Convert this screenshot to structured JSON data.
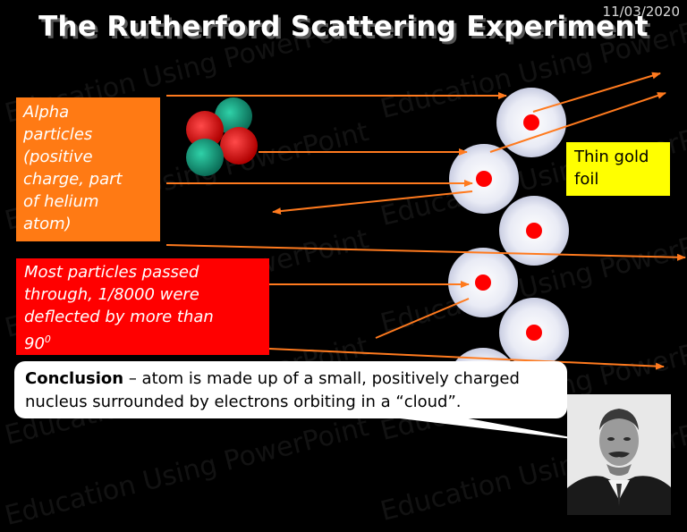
{
  "slide": {
    "date": "11/03/2020",
    "title": "The Rutherford Scattering Experiment",
    "alpha_box": {
      "lines": [
        "Alpha",
        "particles",
        "(positive",
        "charge, part",
        "of helium",
        "atom)"
      ]
    },
    "most_box": {
      "line1": "Most particles passed",
      "line2": "through, 1/8000 were",
      "line3": "deflected by more than",
      "line4_main": "90",
      "line4_sup": "0"
    },
    "gold_foil": {
      "line1": "Thin gold",
      "line2": "foil"
    },
    "conclusion": {
      "label": "Conclusion",
      "line1": " – atom is made up of a small, positively charged",
      "line2": "nucleus surrounded by electrons orbiting in a “cloud”."
    },
    "watermark": "Education Using PowerPoint"
  },
  "colors": {
    "background": "#000000",
    "alpha_box": "#ff7a14",
    "most_box": "#ff0000",
    "gold_box": "#ffff00",
    "arrow": "#ff7a1e",
    "nucleus": "#ff0000",
    "proton": "#d81818",
    "neutron": "#14a085"
  }
}
